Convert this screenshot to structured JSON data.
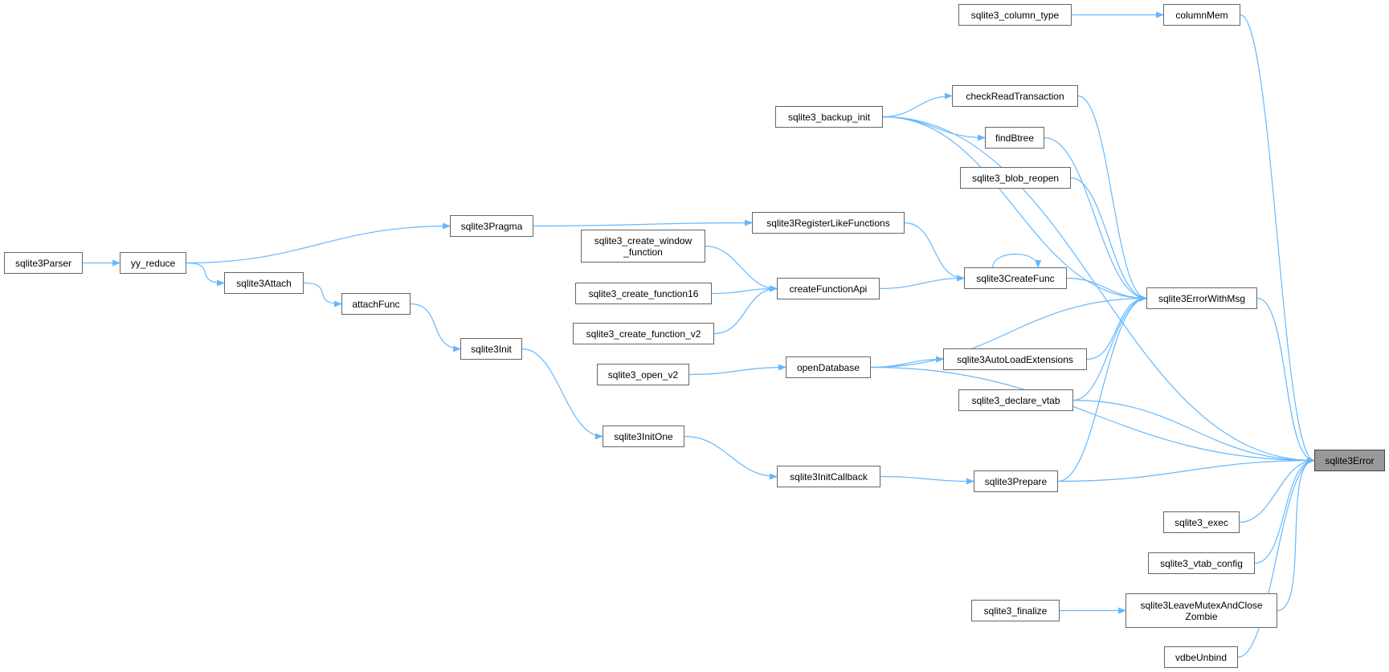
{
  "colors": {
    "edge": "#63b8ff",
    "node_border": "#666666",
    "focus_fill": "#999999"
  },
  "nodes": {
    "sqlite3Error": "sqlite3Error",
    "sqlite3ErrorWithMsg": "sqlite3ErrorWithMsg",
    "columnMem": "columnMem",
    "sqlite3_column_type": "sqlite3_column_type",
    "checkReadTransaction": "checkReadTransaction",
    "sqlite3_backup_init": "sqlite3_backup_init",
    "findBtree": "findBtree",
    "sqlite3_blob_reopen": "sqlite3_blob_reopen",
    "sqlite3Pragma": "sqlite3Pragma",
    "sqlite3RegisterLikeFunctions": "sqlite3RegisterLikeFunctions",
    "sqlite3_create_window_function": "sqlite3_create_window\n_function",
    "sqlite3CreateFunc": "sqlite3CreateFunc",
    "sqlite3Parser": "sqlite3Parser",
    "yy_reduce": "yy_reduce",
    "sqlite3Attach": "sqlite3Attach",
    "attachFunc": "attachFunc",
    "sqlite3_create_function16": "sqlite3_create_function16",
    "createFunctionApi": "createFunctionApi",
    "sqlite3_create_function_v2": "sqlite3_create_function_v2",
    "sqlite3Init": "sqlite3Init",
    "sqlite3_open_v2": "sqlite3_open_v2",
    "openDatabase": "openDatabase",
    "sqlite3AutoLoadExtensions": "sqlite3AutoLoadExtensions",
    "sqlite3_declare_vtab": "sqlite3_declare_vtab",
    "sqlite3InitOne": "sqlite3InitOne",
    "sqlite3InitCallback": "sqlite3InitCallback",
    "sqlite3Prepare": "sqlite3Prepare",
    "sqlite3_exec": "sqlite3_exec",
    "sqlite3_vtab_config": "sqlite3_vtab_config",
    "sqlite3_finalize": "sqlite3_finalize",
    "sqlite3LeaveMutexAndCloseZombie": "sqlite3LeaveMutexAndClose\nZombie",
    "vdbeUnbind": "vdbeUnbind"
  },
  "edges": [
    [
      "sqlite3_column_type",
      "columnMem"
    ],
    [
      "columnMem",
      "sqlite3Error"
    ],
    [
      "sqlite3_backup_init",
      "sqlite3Error"
    ],
    [
      "sqlite3_backup_init",
      "checkReadTransaction"
    ],
    [
      "sqlite3_backup_init",
      "findBtree"
    ],
    [
      "sqlite3_backup_init",
      "sqlite3ErrorWithMsg"
    ],
    [
      "checkReadTransaction",
      "sqlite3ErrorWithMsg"
    ],
    [
      "findBtree",
      "sqlite3ErrorWithMsg"
    ],
    [
      "sqlite3_blob_reopen",
      "sqlite3ErrorWithMsg"
    ],
    [
      "sqlite3CreateFunc",
      "sqlite3ErrorWithMsg"
    ],
    [
      "sqlite3CreateFunc",
      "sqlite3CreateFunc"
    ],
    [
      "openDatabase",
      "sqlite3ErrorWithMsg"
    ],
    [
      "sqlite3AutoLoadExtensions",
      "sqlite3ErrorWithMsg"
    ],
    [
      "sqlite3_declare_vtab",
      "sqlite3ErrorWithMsg"
    ],
    [
      "sqlite3Prepare",
      "sqlite3ErrorWithMsg"
    ],
    [
      "sqlite3ErrorWithMsg",
      "sqlite3Error"
    ],
    [
      "sqlite3_declare_vtab",
      "sqlite3Error"
    ],
    [
      "openDatabase",
      "sqlite3Error"
    ],
    [
      "sqlite3Prepare",
      "sqlite3Error"
    ],
    [
      "sqlite3_exec",
      "sqlite3Error"
    ],
    [
      "sqlite3_vtab_config",
      "sqlite3Error"
    ],
    [
      "sqlite3LeaveMutexAndCloseZombie",
      "sqlite3Error"
    ],
    [
      "vdbeUnbind",
      "sqlite3Error"
    ],
    [
      "sqlite3_finalize",
      "sqlite3LeaveMutexAndCloseZombie"
    ],
    [
      "sqlite3Parser",
      "yy_reduce"
    ],
    [
      "yy_reduce",
      "sqlite3Pragma"
    ],
    [
      "yy_reduce",
      "sqlite3Attach"
    ],
    [
      "sqlite3Pragma",
      "sqlite3RegisterLikeFunctions"
    ],
    [
      "sqlite3RegisterLikeFunctions",
      "sqlite3CreateFunc"
    ],
    [
      "sqlite3Attach",
      "attachFunc"
    ],
    [
      "attachFunc",
      "sqlite3Init"
    ],
    [
      "sqlite3Init",
      "sqlite3InitOne"
    ],
    [
      "sqlite3InitOne",
      "sqlite3InitCallback"
    ],
    [
      "sqlite3InitCallback",
      "sqlite3Prepare"
    ],
    [
      "sqlite3_create_window_function",
      "createFunctionApi"
    ],
    [
      "sqlite3_create_function16",
      "createFunctionApi"
    ],
    [
      "sqlite3_create_function_v2",
      "createFunctionApi"
    ],
    [
      "createFunctionApi",
      "sqlite3CreateFunc"
    ],
    [
      "sqlite3_open_v2",
      "openDatabase"
    ],
    [
      "openDatabase",
      "sqlite3AutoLoadExtensions"
    ]
  ]
}
